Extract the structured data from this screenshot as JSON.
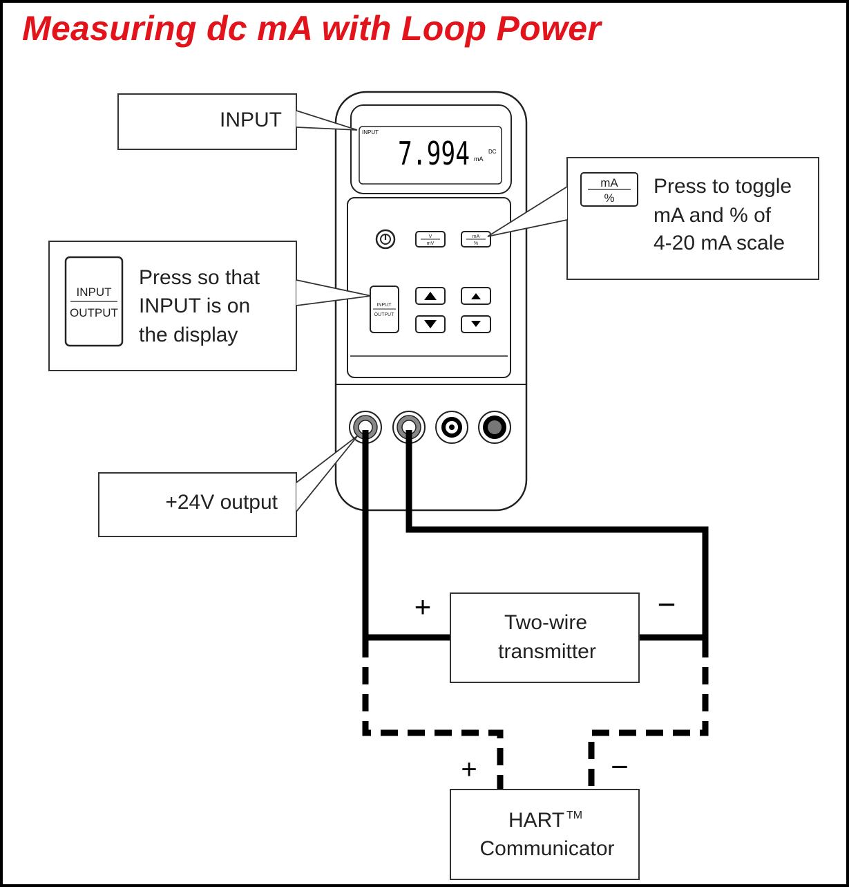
{
  "title": "Measuring dc mA with Loop Power",
  "callouts": {
    "input_label": "INPUT",
    "ma_key_caption": [
      "Press to toggle",
      "mA and % of",
      "4-20 mA scale"
    ],
    "io_key_caption": [
      "Press so that",
      "INPUT is on",
      "the display"
    ],
    "output_24v": "+24V output"
  },
  "keys": {
    "ma_top": "mA",
    "ma_bottom": "%",
    "io_top": "INPUT",
    "io_bottom": "OUTPUT",
    "v_top": "V",
    "v_bottom": "mV"
  },
  "display": {
    "mode": "INPUT",
    "reading": "7.994",
    "unit": "mA",
    "unit_suffix": "DC"
  },
  "transmitter": {
    "line1": "Two-wire",
    "line2": "transmitter",
    "plus": "+",
    "minus": "−"
  },
  "hart": {
    "line1": "HART",
    "tm": "TM",
    "line2": "Communicator",
    "plus": "+",
    "minus": "−"
  },
  "colors": {
    "title": "#e2131b",
    "lines": "#000000",
    "lcd_bg": "#ffffff"
  }
}
